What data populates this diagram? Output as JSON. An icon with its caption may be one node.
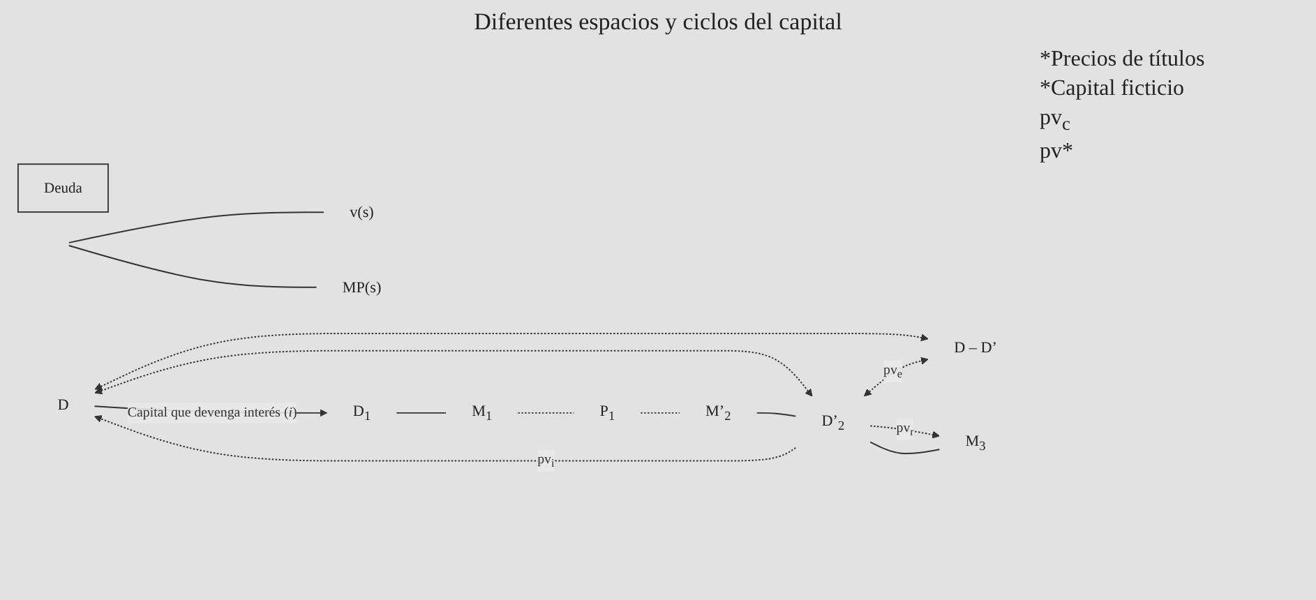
{
  "diagram": {
    "title": "Diferentes espacios y ciclos del capital",
    "nodes": [
      {
        "text": [
          "Deuda"
        ]
      },
      {
        "text": [
          "D"
        ]
      },
      {
        "text": [
          "D – D’"
        ]
      },
      {
        "text": [
          "D$_{1}$"
        ]
      },
      {
        "text": [
          "M$_{1}$"
        ]
      },
      {
        "text": [
          "P$_{1}$"
        ]
      },
      {
        "text": [
          "M’$_{2}$"
        ]
      },
      {
        "text": [
          "D’$_{2}$"
        ]
      },
      {
        "text": [
          "M$_{3}$"
        ]
      },
      {
        "text": [
          "v(s)"
        ]
      },
      {
        "text": [
          "MP(s)"
        ]
      }
    ],
    "edges": [
      {
        "from": 1,
        "to": 2,
        "arrow": "both",
        "style": "dashed"
      },
      {
        "from": 7,
        "to": 2,
        "arrow": "both",
        "style": "dashed",
        "label": "pv$_{e}$"
      },
      {
        "from": 7,
        "to": 1,
        "arrow": "to",
        "style": "dashed",
        "label": "pv$_{i}$"
      },
      {
        "from": 1,
        "to": 7,
        "arrow": "both",
        "style": "dashed"
      },
      {
        "from": 1,
        "to": 3,
        "arrow": "to",
        "label": "Capital que devenga interés (*i*)"
      },
      {
        "from": 7,
        "to": 8,
        "arrow": "to",
        "style": "dashed",
        "label": "pv$_{r}$"
      },
      {
        "from": 3,
        "to": 4,
        "arrow": "none"
      },
      {
        "from": 4,
        "to": 5,
        "arrow": "none",
        "style": "dashed"
      },
      {
        "from": 5,
        "to": 6,
        "arrow": "none",
        "style": "dashed"
      },
      {
        "from": 6,
        "to": 7,
        "arrow": "none"
      },
      {
        "from": 7,
        "to": 8,
        "arrow": "none"
      },
      {
        "from": null,
        "to": 9,
        "arrow": "none"
      },
      {
        "from": null,
        "to": 10,
        "arrow": "none"
      }
    ],
    "labels": [
      "*Precios de títulos",
      "*Capital ficticio",
      "pv$_{c}$",
      "pv*"
    ]
  }
}
